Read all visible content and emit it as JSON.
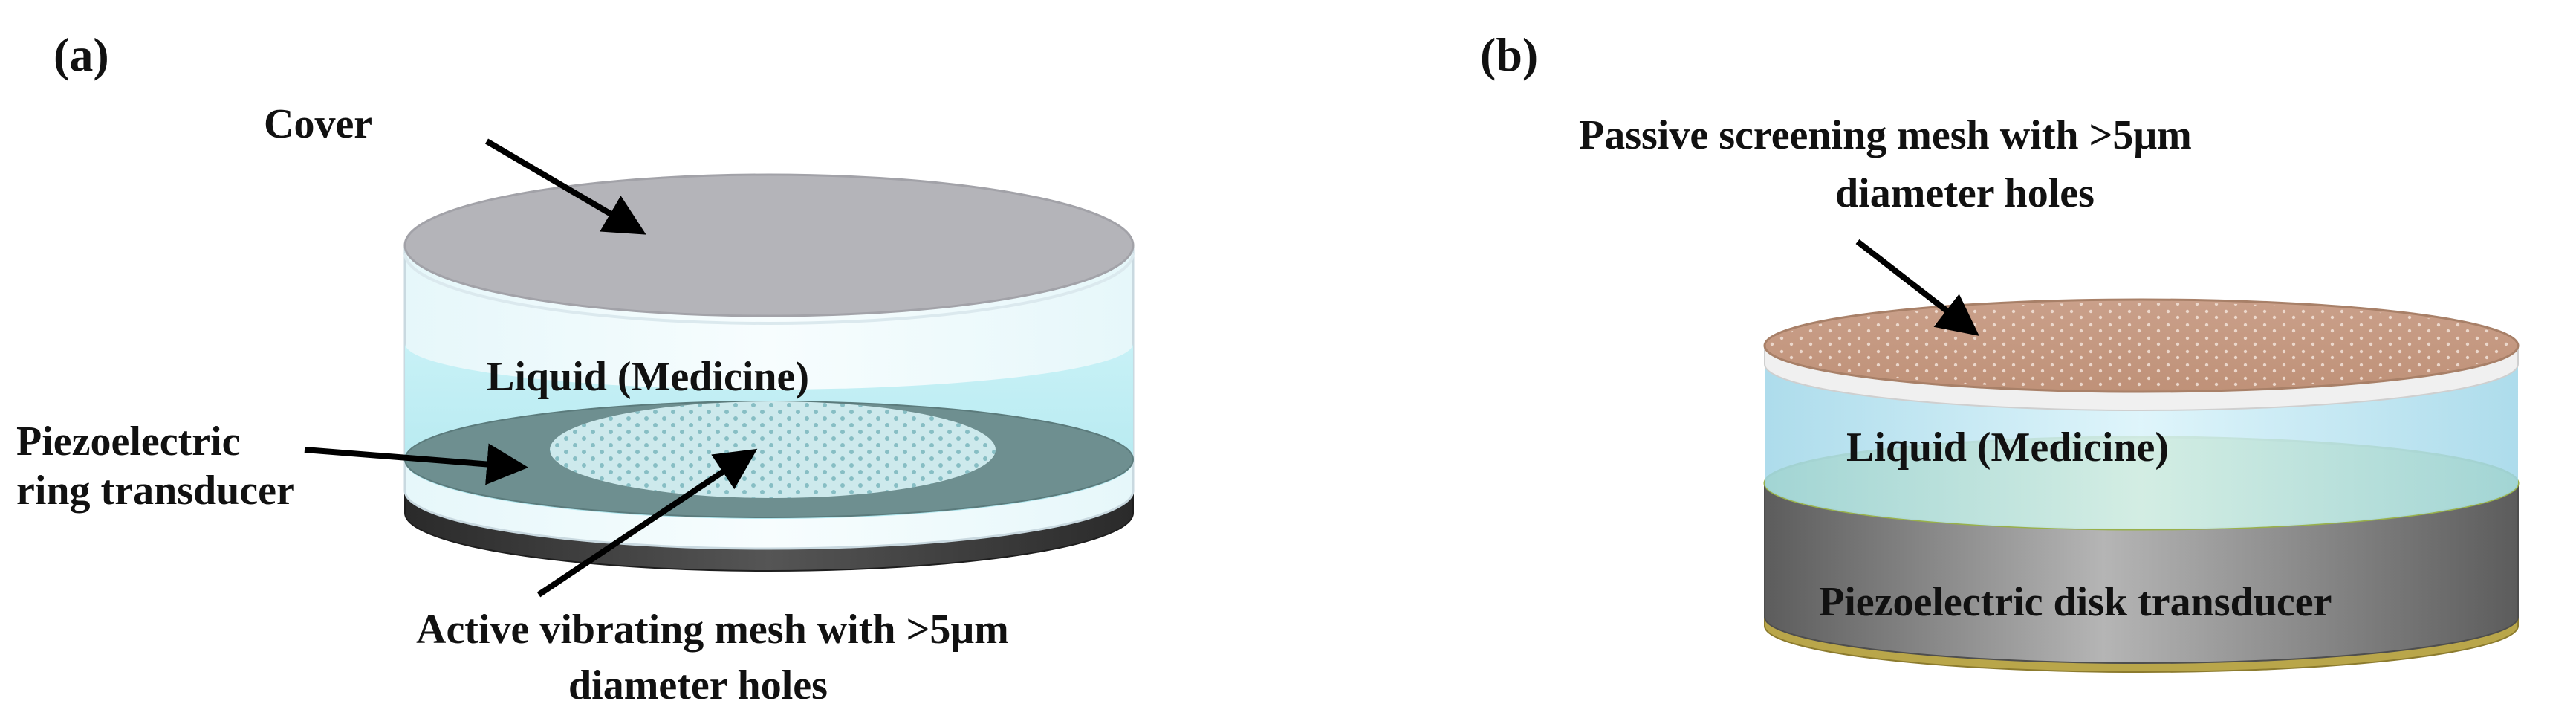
{
  "panel_a": {
    "tag": "(a)",
    "cover_label": "Cover",
    "liquid_label": "Liquid (Medicine)",
    "piezo_label_line1": "Piezoelectric",
    "piezo_label_line2": "ring transducer",
    "mesh_label_line1": "Active vibrating mesh with >5μm",
    "mesh_label_line2": "diameter holes"
  },
  "panel_b": {
    "tag": "(b)",
    "mesh_label_line1": "Passive screening mesh with >5μm",
    "mesh_label_line2": "diameter holes",
    "liquid_label": "Liquid (Medicine)",
    "piezo_label": "Piezoelectric disk transducer"
  },
  "colors": {
    "cover_grey": "#b3b3b8",
    "liquid_cyan": "#c8f2f6",
    "ring_dark": "#3a3a3a",
    "mesh_teal": "#6c8c8c",
    "mesh_copper": "#c79a82",
    "liquid_green": "#b5cf6a",
    "disk_grey": "#8a8a8a"
  }
}
